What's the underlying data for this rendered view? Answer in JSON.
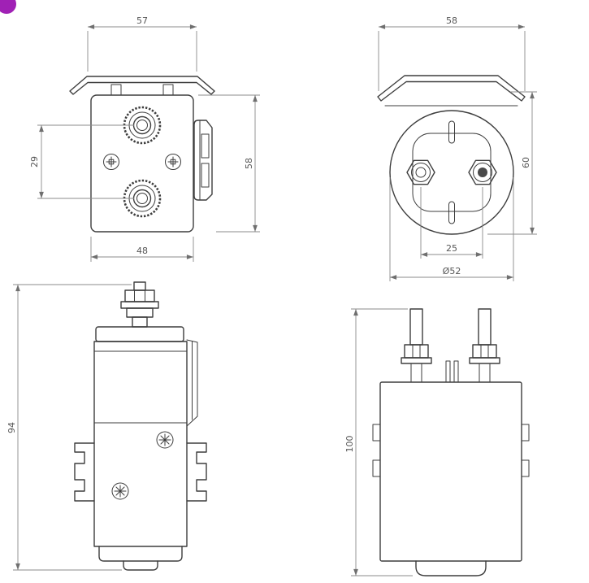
{
  "badge": {
    "color": "#a021b5"
  },
  "drawing": {
    "line_color": "#3d3d3d",
    "dim_color": "#8b8b8b"
  },
  "views": {
    "top": {
      "dim_top_width": "57",
      "dim_terminal_pitch": "29",
      "dim_body_height": "58",
      "dim_body_width": "48"
    },
    "front": {
      "dim_bracket_width": "58",
      "dim_overall_height": "60",
      "dim_stud_pitch": "25",
      "dim_diameter": "Ø52"
    },
    "side_a": {
      "dim_overall_height": "94"
    },
    "side_b": {
      "dim_overall_height": "100"
    }
  }
}
